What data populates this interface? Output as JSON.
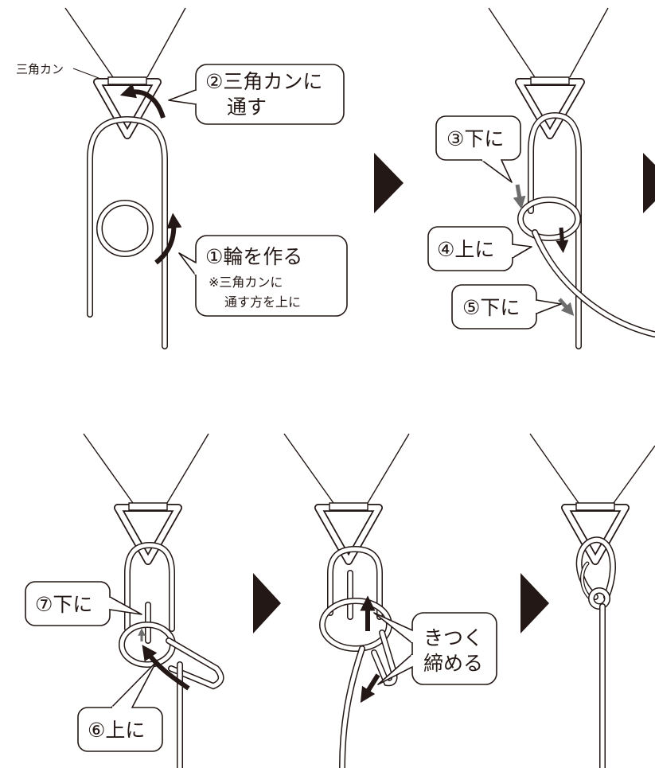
{
  "colors": {
    "line": "#231815",
    "rope_fill": "#ffffff",
    "arrow_black": "#231815",
    "arrow_gray": "#6d6d6d",
    "background": "#ffffff"
  },
  "panels": [
    {
      "id": 1,
      "label_ring": "三角カン",
      "callout_a": {
        "line1": "②三角カンに",
        "line2": "通す"
      },
      "callout_b": {
        "line1": "①輪を作る",
        "note1": "※三角カンに",
        "note2": "通す方を上に"
      }
    },
    {
      "id": 2,
      "callout_a": {
        "text": "③下に"
      },
      "callout_b": {
        "text": "④上に"
      },
      "callout_c": {
        "text": "⑤下に"
      }
    },
    {
      "id": 3,
      "callout_a": {
        "text": "⑦下に"
      },
      "callout_b": {
        "text": "⑥上に"
      }
    },
    {
      "id": 4,
      "callout_a": {
        "line1": "きつく",
        "line2": "締める"
      }
    },
    {
      "id": 5
    }
  ],
  "step_arrows": [
    {
      "name": "right-triangle-arrow-icon"
    },
    {
      "name": "right-triangle-arrow-icon"
    },
    {
      "name": "right-triangle-arrow-icon"
    },
    {
      "name": "right-triangle-arrow-icon"
    }
  ]
}
